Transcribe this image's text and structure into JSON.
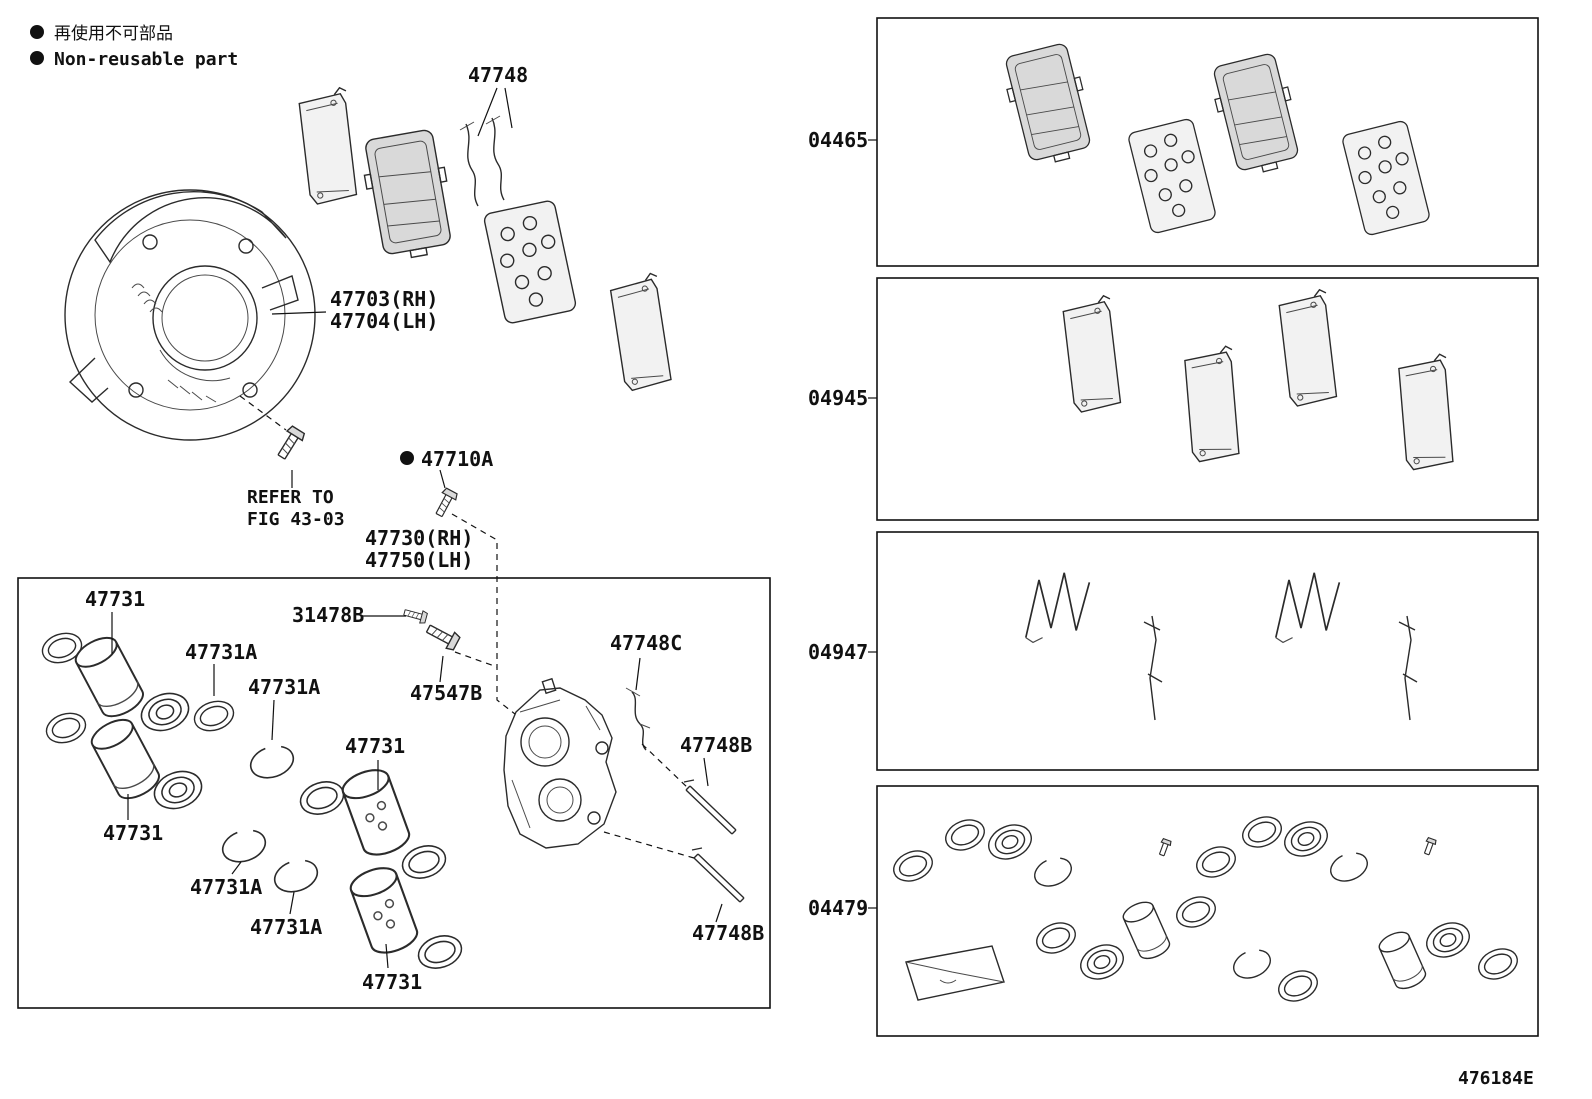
{
  "legend": {
    "line1_jp": "再使用不可部品",
    "line2_en": "Non-reusable part"
  },
  "labels": {
    "pad_support_clip": "47748",
    "dust_shield_rh": "47703(RH)",
    "dust_shield_lh": "47704(LH)",
    "refer_line1": "REFER TO",
    "refer_line2": "FIG 43-03",
    "bleeder_screw": "47710A",
    "caliper_rh": "47730(RH)",
    "caliper_lh": "47750(LH)",
    "bleeder_cap": "31478B",
    "fitting_bolt": "47547B",
    "anti_rattle_clip": "47748C",
    "pad_guide_pin_upper": "47748B",
    "pad_guide_pin_lower": "47748B"
  },
  "inset": {
    "labels": [
      "47731",
      "47731A",
      "47731A",
      "47731",
      "47731",
      "47731A",
      "47731A",
      "47731"
    ]
  },
  "kits": [
    {
      "code": "04465"
    },
    {
      "code": "04945"
    },
    {
      "code": "04947"
    },
    {
      "code": "04479"
    }
  ],
  "footer_code": "476184E"
}
